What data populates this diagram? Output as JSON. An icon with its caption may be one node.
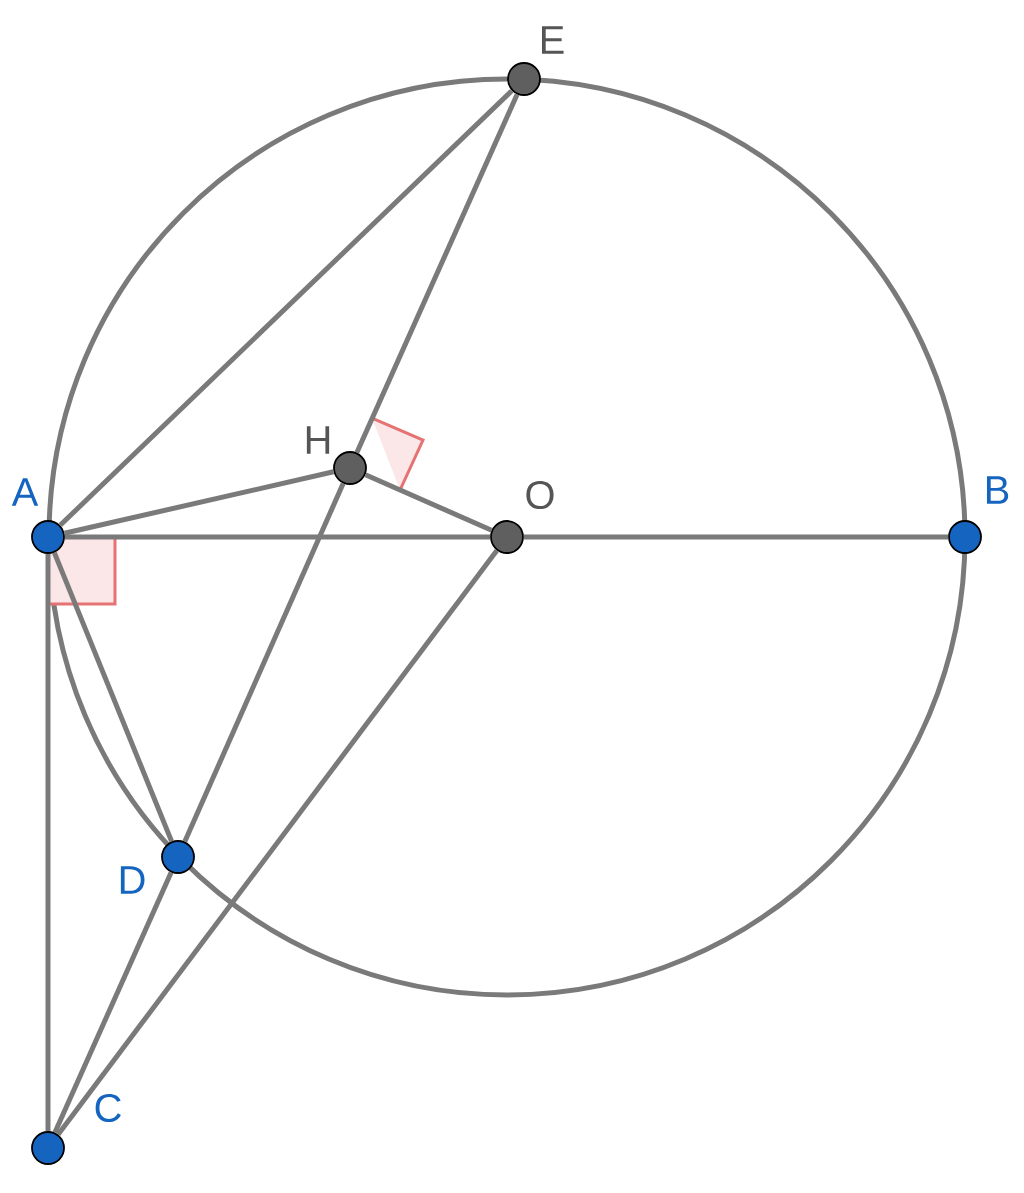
{
  "diagram": {
    "nodes": [
      {
        "text": [
          "E"
        ]
      },
      {
        "text": [
          "H"
        ]
      },
      {
        "text": [
          "A"
        ]
      },
      {
        "text": [
          "O"
        ]
      },
      {
        "text": [
          "B"
        ]
      },
      {
        "text": [
          "D"
        ]
      },
      {
        "text": [
          "C"
        ]
      }
    ],
    "edges": [
      {
        "from": 0,
        "to": 1,
        "arrow": "none"
      },
      {
        "from": 1,
        "to": 5,
        "arrow": "none"
      },
      {
        "from": 5,
        "to": 6,
        "arrow": "none"
      },
      {
        "from": 2,
        "to": 0,
        "arrow": "none"
      },
      {
        "from": 2,
        "to": 1,
        "arrow": "none"
      },
      {
        "from": 1,
        "to": 3,
        "arrow": "none"
      },
      {
        "from": 2,
        "to": 3,
        "arrow": "none"
      },
      {
        "from": 3,
        "to": 4,
        "arrow": "none"
      },
      {
        "from": 3,
        "to": 6,
        "arrow": "none"
      },
      {
        "from": 2,
        "to": 6,
        "arrow": "none"
      },
      {
        "from": 2,
        "to": 5,
        "arrow": "none"
      }
    ]
  }
}
